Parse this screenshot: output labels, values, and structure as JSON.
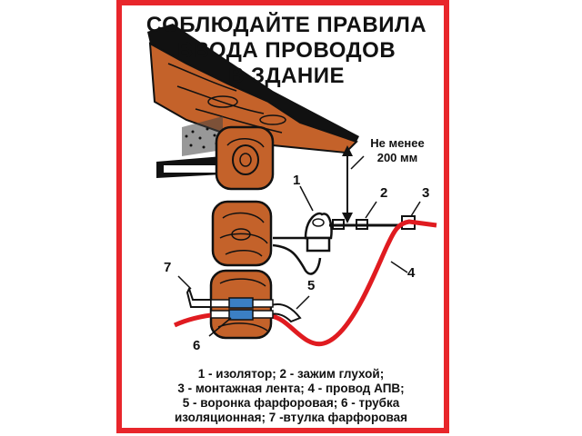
{
  "poster": {
    "frame_color": "#e8262b",
    "wire_color": "#e01b20",
    "wood_color": "#c4622a",
    "title": {
      "line1": "СОБЛЮДАЙТЕ ПРАВИЛА",
      "line2": "ВВОДА ПРОВОДОВ",
      "line3": "В ЗДАНИЕ"
    },
    "clearance": {
      "line1": "Не менее",
      "line2": "200 мм"
    },
    "callouts": {
      "c1": "1",
      "c2": "2",
      "c3": "3",
      "c4": "4",
      "c5": "5",
      "c6": "6",
      "c7": "7"
    },
    "legend": {
      "line1": "1 - изолятор; 2 - зажим глухой;",
      "line2": "3 - монтажная лента; 4 - провод  АПВ;",
      "line3": "5 - воронка   фарфоровая;  6 - трубка",
      "line4": "изоляционная; 7 -втулка фарфоровая"
    }
  }
}
